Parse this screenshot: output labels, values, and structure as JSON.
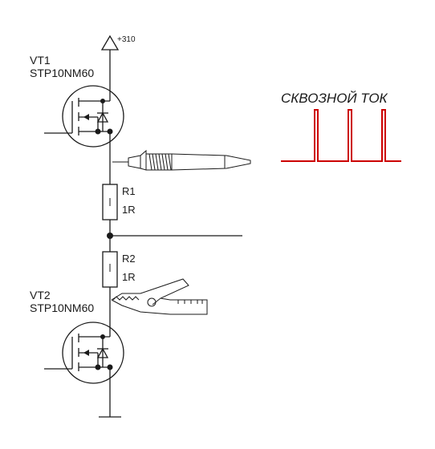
{
  "supply": {
    "label": "+310"
  },
  "transistors": [
    {
      "ref": "VT1",
      "part": "STP10NM60"
    },
    {
      "ref": "VT2",
      "part": "STP10NM60"
    }
  ],
  "resistors": [
    {
      "ref": "R1",
      "value": "1R"
    },
    {
      "ref": "R2",
      "value": "1R"
    }
  ],
  "waveform": {
    "label": "СКВОЗНОЙ ТОК",
    "color": "#cc0000",
    "pulse_count": 3
  },
  "instruments": {
    "probe": "probe-tip",
    "clip": "crocodile-clip"
  }
}
